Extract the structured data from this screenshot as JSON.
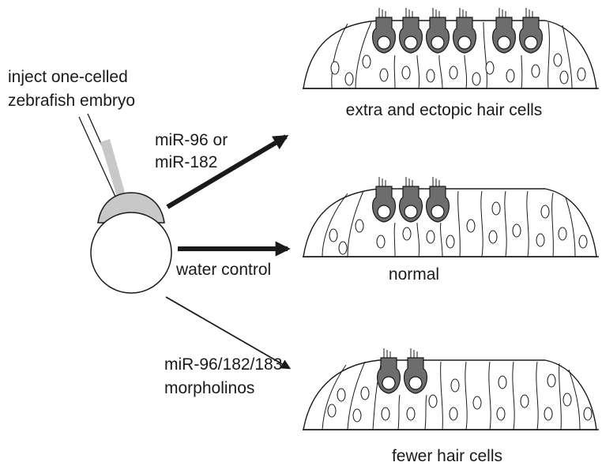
{
  "labels": {
    "inject": [
      "inject one-celled",
      "zebrafish embryo"
    ],
    "treatment_mir": [
      "miR-96 or",
      "miR-182"
    ],
    "treatment_water": "water control",
    "treatment_morpholino": [
      "miR-96/182/183",
      "morpholinos"
    ]
  },
  "outcomes": [
    {
      "caption": "extra and ectopic hair cells",
      "hair_cells": 6
    },
    {
      "caption": "normal",
      "hair_cells": 3
    },
    {
      "caption": "fewer hair cells",
      "hair_cells": 2
    }
  ],
  "colors": {
    "line": "#1a1a1a",
    "hair_cell": "#6d6d6d",
    "yolk_cap": "#c8c8c8",
    "background": "#ffffff"
  }
}
